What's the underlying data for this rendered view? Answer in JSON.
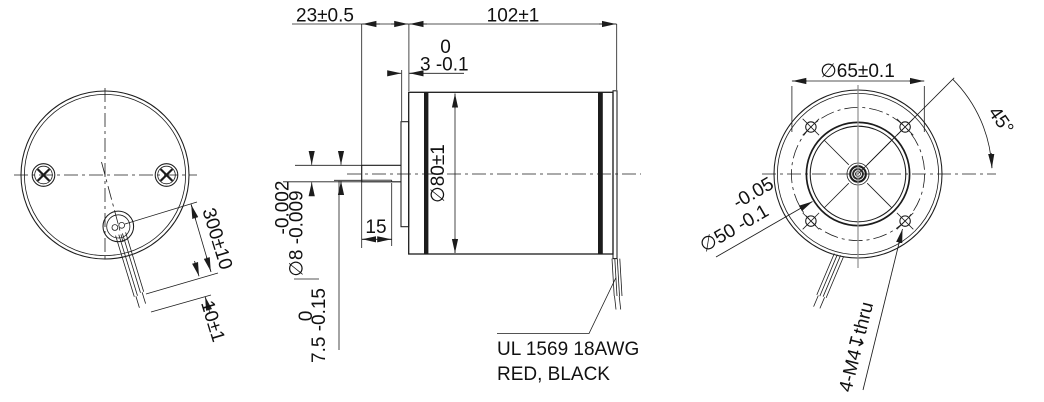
{
  "drawing": {
    "rear_view": {
      "wire_length": "300±10",
      "strip_length": "10±1"
    },
    "side_view": {
      "shaft_extension": "23±0.5",
      "body_length": "102±1",
      "boss_tol_upper": "0",
      "boss_thickness": "3 -0.1",
      "body_diameter": "∅80±1",
      "flat_length": "15",
      "shaft_tol_upper": "-0.002",
      "shaft_diameter": "∅8 -0.009",
      "flat_tol_upper": "0",
      "flat_height": "7.5 -0.15",
      "lead_spec": "UL 1569 18AWG",
      "lead_colors": "RED, BLACK"
    },
    "front_view": {
      "bolt_circle_diameter": "∅65±0.1",
      "hole_angle": "45°",
      "pilot_tol_upper": "-0.05",
      "pilot_diameter": "∅50 -0.1",
      "mounting_holes": "4-M4↧thru"
    }
  }
}
